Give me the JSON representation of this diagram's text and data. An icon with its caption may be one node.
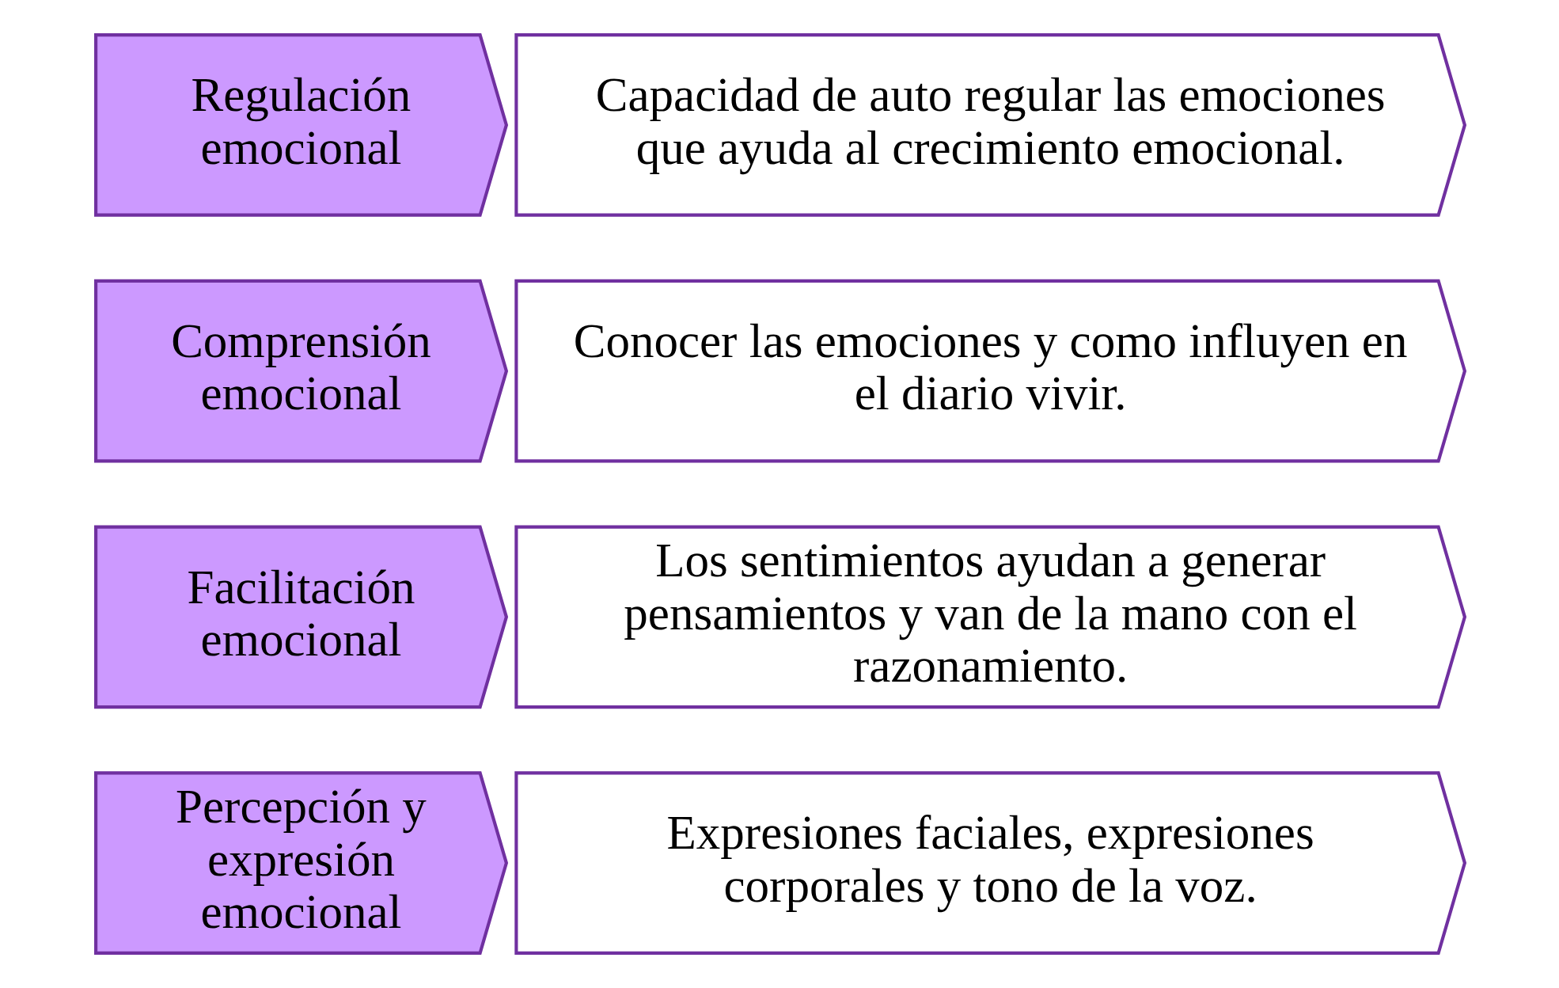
{
  "diagram": {
    "nodes": [
      {
        "text": [
          "Regulación emocional"
        ]
      },
      {
        "text": [
          "Capacidad de auto regular las emociones que ayuda al crecimiento emocional."
        ]
      },
      {
        "text": [
          "Comprensión emocional"
        ]
      },
      {
        "text": [
          "Conocer las emociones y como influyen en el diario vivir."
        ]
      },
      {
        "text": [
          "Facilitación emocional"
        ]
      },
      {
        "text": [
          "Los sentimientos ayudan a generar pensamientos y van de la mano con el razonamiento."
        ]
      },
      {
        "text": [
          "Percepción y expresión emocional"
        ]
      },
      {
        "text": [
          "Expresiones faciales, expresiones corporales y tono de la voz."
        ]
      }
    ]
  }
}
